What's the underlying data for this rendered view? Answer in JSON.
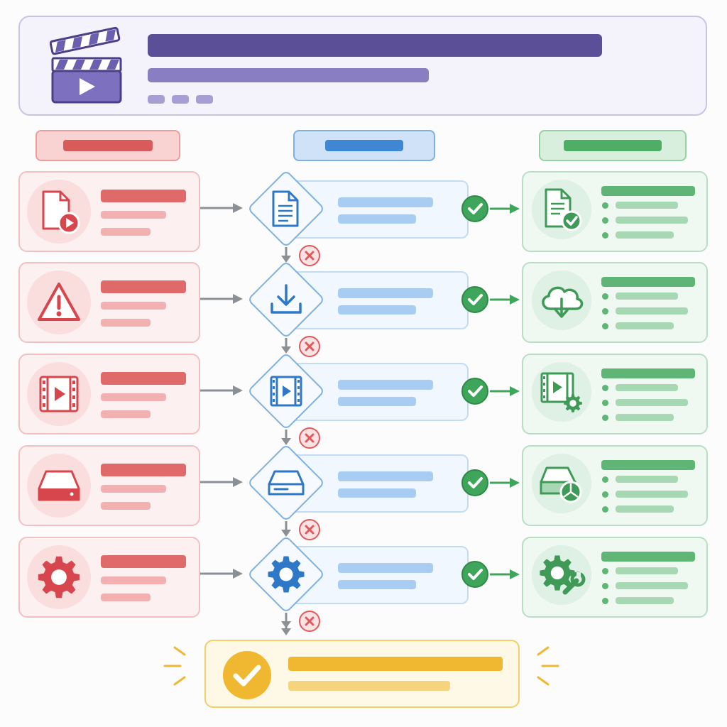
{
  "colors": {
    "header_accent": "#5b4f98",
    "input_red": "#e06a6a",
    "process_blue": "#3f86d4",
    "output_green": "#4fae66",
    "final_gold": "#f0b731"
  },
  "header": {
    "icon": "clapperboard-play-icon"
  },
  "columns": [
    {
      "key": "input",
      "color": "#e06a6a"
    },
    {
      "key": "process",
      "color": "#3f86d4"
    },
    {
      "key": "output",
      "color": "#4fae66"
    }
  ],
  "rows": [
    {
      "input_icon": "video-file-icon",
      "process_icon": "document-icon",
      "output_icon": "document-check-icon"
    },
    {
      "input_icon": "warning-icon",
      "process_icon": "download-icon",
      "output_icon": "cloud-download-icon"
    },
    {
      "input_icon": "film-strip-icon",
      "process_icon": "film-strip-icon",
      "output_icon": "film-settings-icon"
    },
    {
      "input_icon": "hard-drive-icon",
      "process_icon": "hard-drive-icon",
      "output_icon": "hard-drive-chart-icon"
    },
    {
      "input_icon": "gear-icon",
      "process_icon": "gear-icon",
      "output_icon": "gear-wrench-icon"
    }
  ],
  "final": {
    "icon": "check-circle-icon"
  }
}
